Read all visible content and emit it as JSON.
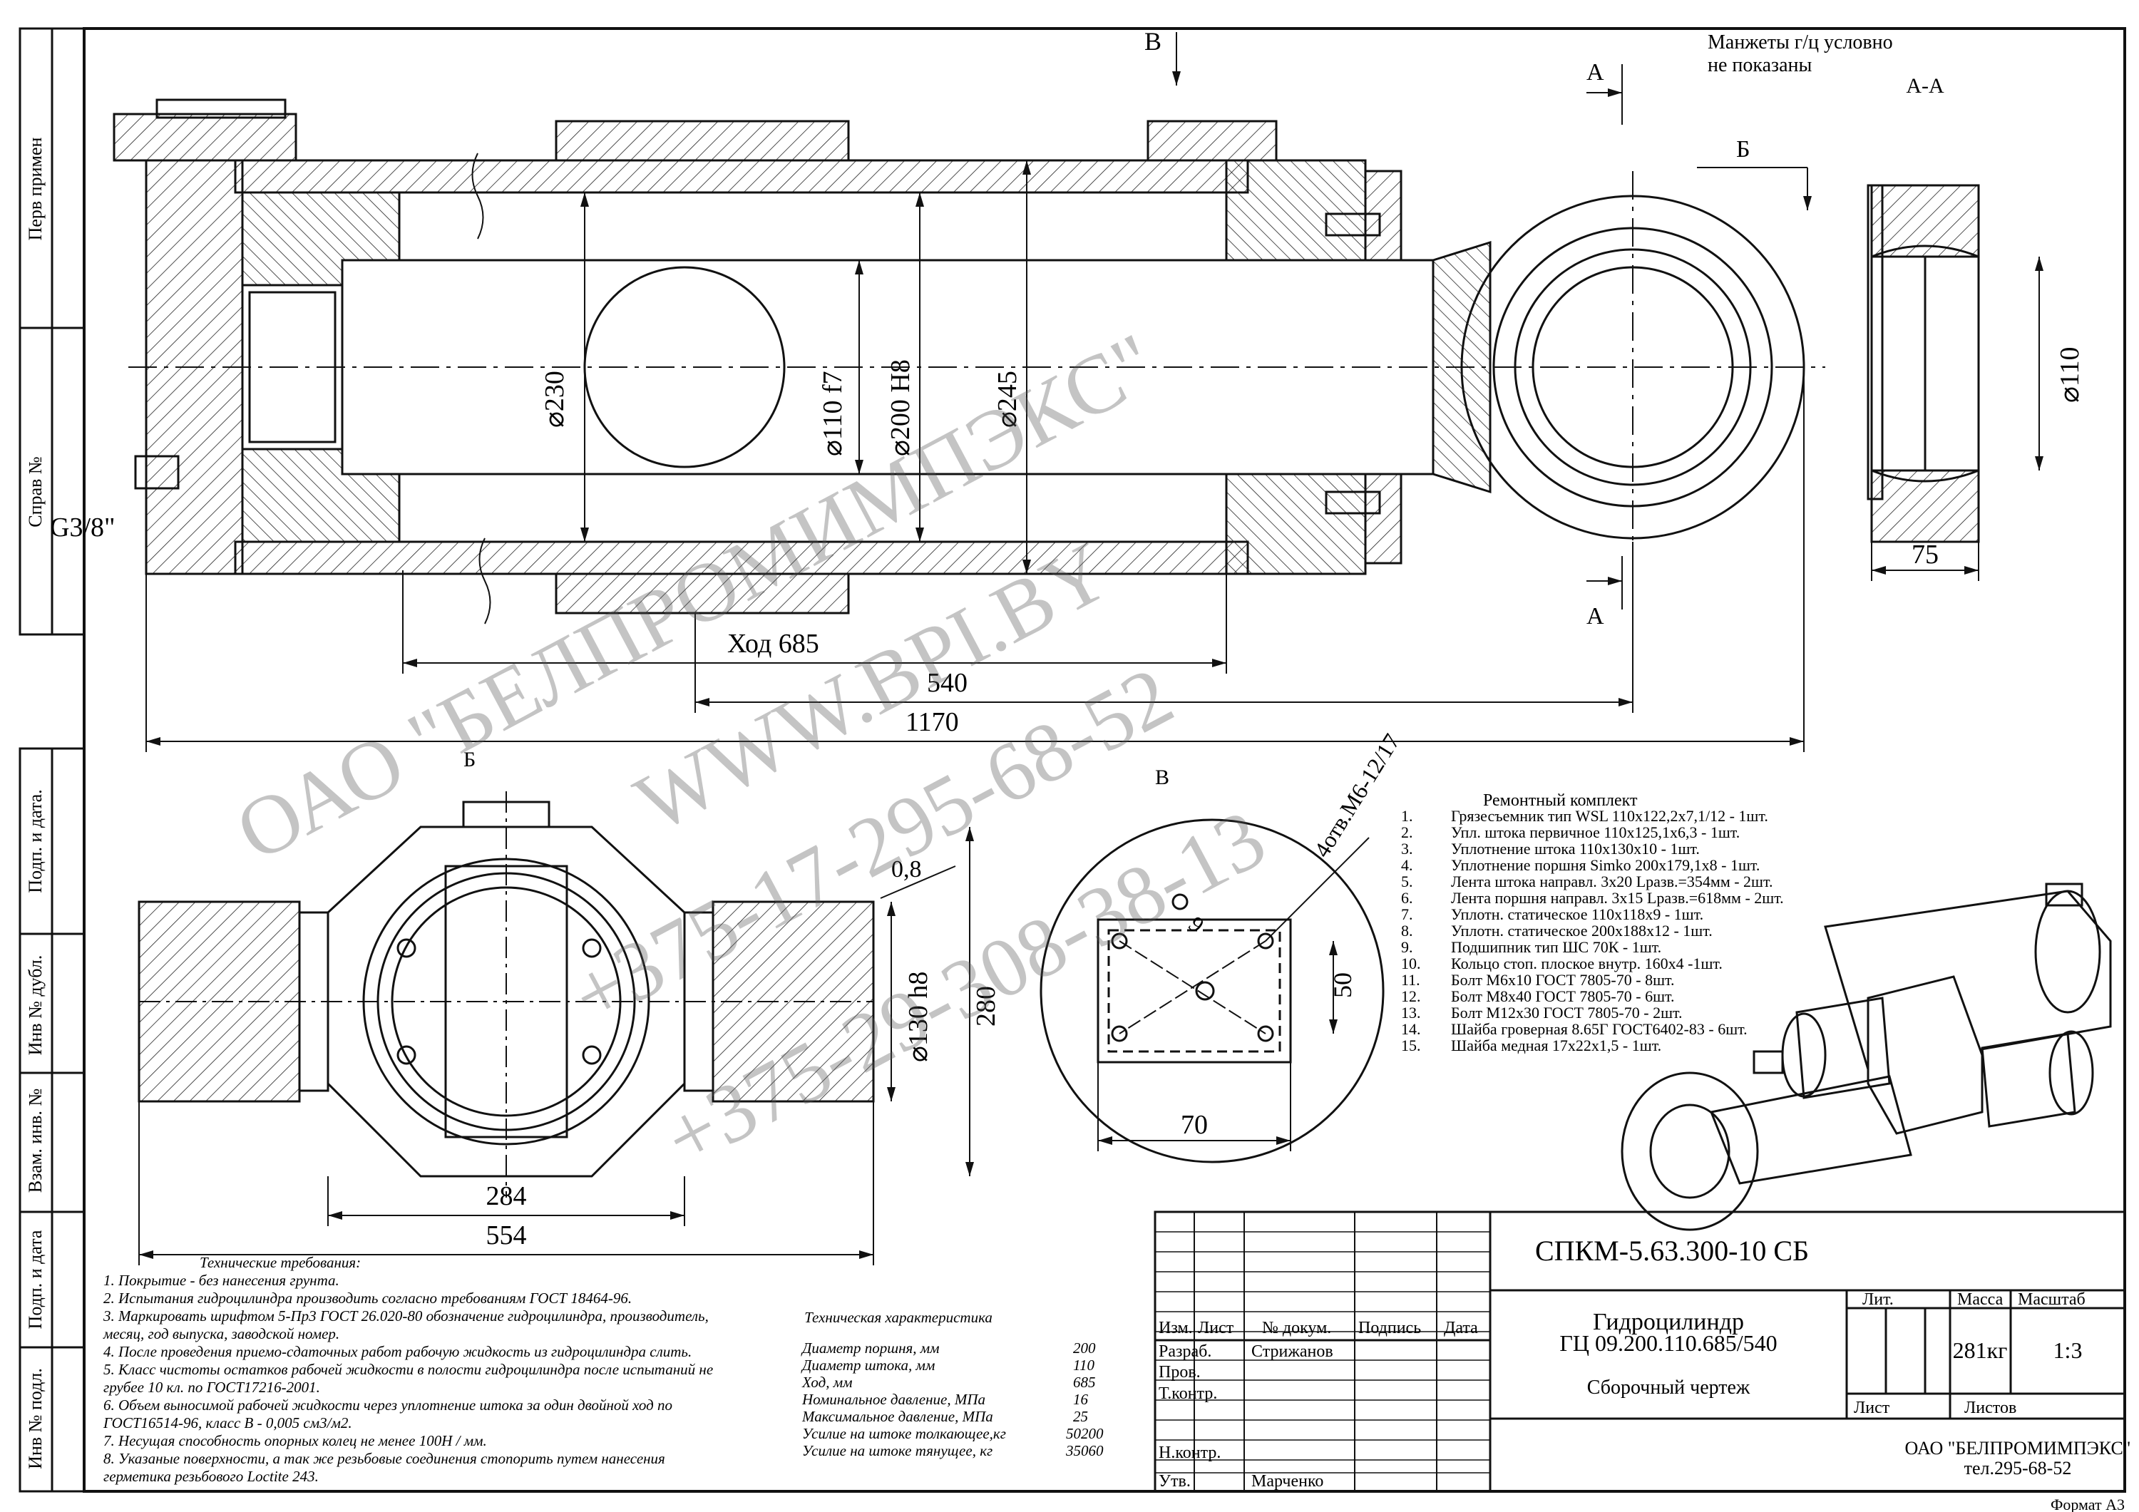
{
  "side_strip": {
    "perv_primen": "Перв примен",
    "sprav_no": "Справ №",
    "podp_data_1": "Подп. и дата.",
    "inv_dubl": "Инв № дубл.",
    "vzam_inv": "Взам. инв. №",
    "podp_data_2": "Подп. и дата",
    "inv_podl": "Инв № подл."
  },
  "main_view": {
    "section_b_label": "В",
    "cut_a_top": "А",
    "cut_a_bottom": "А",
    "cut_b_label": "Б",
    "note_cuffs_1": "Манжеты г/ц условно",
    "note_cuffs_2": "не показаны",
    "port_label": "G3/8\"",
    "dims": {
      "d230": "⌀230",
      "d110f7": "⌀110 f7",
      "d200h8": "⌀200 H8",
      "d245": "⌀245",
      "stroke": "Ход 685",
      "len540": "540",
      "len1170": "1170"
    }
  },
  "section_aa": {
    "title": "А-А",
    "d110": "⌀110",
    "width75": "75"
  },
  "view_b": {
    "label": "Б",
    "d130h8": "⌀130 h8",
    "d280": "280",
    "chamfer": "0,8",
    "d284": "284",
    "d554": "554"
  },
  "detail_v": {
    "label": "В",
    "holes": "4отв.М6-12/17",
    "d9": "9",
    "d50": "50",
    "d70": "70"
  },
  "repair_kit": {
    "title": "Ремонтный комплект",
    "items": [
      {
        "n": "1.",
        "text": "Грязесъемник тип WSL 110x122,2x7,1/12 - 1шт."
      },
      {
        "n": "2.",
        "text": "Упл. штока первичное 110x125,1x6,3 - 1шт."
      },
      {
        "n": "3.",
        "text": "Уплотнение штока 110x130x10  - 1шт."
      },
      {
        "n": "4.",
        "text": "Уплотнение поршня Simko 200x179,1x8 - 1шт."
      },
      {
        "n": "5.",
        "text": "Лента штока направл. 3x20  Lразв.=354мм - 2шт."
      },
      {
        "n": "6.",
        "text": "Лента поршня направл. 3x15 Lразв.=618мм - 2шт."
      },
      {
        "n": "7.",
        "text": "Уплотн. статическое 110x118x9  - 1шт."
      },
      {
        "n": "8.",
        "text": "Уплотн. статическое 200x188x12  - 1шт."
      },
      {
        "n": "9.",
        "text": "Подшипник тип ШС 70К  - 1шт."
      },
      {
        "n": "10.",
        "text": "Кольцо стоп. плоское внутр. 160x4  -1шт."
      },
      {
        "n": "11.",
        "text": "Болт М6x10 ГОСТ 7805-70 - 8шт."
      },
      {
        "n": "12.",
        "text": "Болт М8x40 ГОСТ 7805-70 - 6шт."
      },
      {
        "n": "13.",
        "text": "Болт М12x30 ГОСТ 7805-70 - 2шт."
      },
      {
        "n": "14.",
        "text": "Шайба гроверная 8.65Г ГОСТ6402-83 - 6шт."
      },
      {
        "n": "15.",
        "text": "Шайба медная 17x22x1,5 - 1шт."
      }
    ]
  },
  "tech_requirements": {
    "title": "Технические требования:",
    "lines": [
      "1. Покрытие - без нанесения грунта.",
      "2. Испытания гидроцилиндра производить согласно требованиям ГОСТ 18464-96.",
      "3. Маркировать шрифтом 5-Пр3 ГОСТ 26.020-80 обозначение гидроцилиндра, производитель,",
      "месяц, год выпуска, заводской номер.",
      "4. После проведения приемо-сдаточных работ рабочую жидкость из гидроцилиндра слить.",
      "5. Класс чистоты остатков рабочей жидкости в полости гидроцилиндра после испытаний не",
      "грубее 10 кл. по ГОСТ17216-2001.",
      "6. Объем выносимой рабочей жидкости через уплотнение штока за один двойной ход по",
      "ГОСТ16514-96, класс В - 0,005 см3/м2.",
      "7. Несущая способность опорных колец не менее 100Н / мм.",
      "8. Указаные поверхности, а так же резьбовые соединения стопорить путем нанесения",
      "герметика резьбового Loctite 243."
    ]
  },
  "tech_spec": {
    "title": "Техническая характеристика",
    "rows": [
      {
        "name": "Диаметр поршня, мм",
        "value": "200"
      },
      {
        "name": "Диаметр штока, мм",
        "value": "110"
      },
      {
        "name": "Ход, мм",
        "value": "685"
      },
      {
        "name": "Номинальное давление, МПа",
        "value": "16"
      },
      {
        "name": "Максимальное давление, МПа",
        "value": "25"
      },
      {
        "name": "Усилие на штоке толкающее,кг",
        "value": "50200"
      },
      {
        "name": "Усилие на штоке тянущее, кг",
        "value": "35060"
      }
    ]
  },
  "title_block": {
    "designation": "СПКМ-5.63.300-10 СБ",
    "name_1": "Гидроцилиндр",
    "name_2": "ГЦ 09.200.110.685/540",
    "doc_type": "Сборочный чертеж",
    "col_izm": "Изм.",
    "col_list": "Лист",
    "col_dokum": "№ докум.",
    "col_podpis": "Подпись",
    "col_data": "Дата",
    "razrab": "Разраб.",
    "razrab_name": "Стрижанов",
    "prov": "Пров.",
    "tkontr": "Т.контр.",
    "nkontr": "Н.контр.",
    "utv": "Утв.",
    "utv_name": "Марченко",
    "lit": "Лит.",
    "massa": "Масса",
    "masshtab": "Масштаб",
    "massa_val": "281кг",
    "masshtab_val": "1:3",
    "list": "Лист",
    "listov": "Листов",
    "company": "ОАО \"БЕЛПРОМИМПЭКС\"",
    "phone": "тел.295-68-52"
  },
  "format": "Формат  А3",
  "watermark": {
    "line1": "ОАО \"БЕЛПРОМИМПЭКС\"",
    "line2": "WWW.BPI.BY",
    "line3": "+375-17-295-68-52",
    "line4": "+375-29-308-38-13"
  }
}
